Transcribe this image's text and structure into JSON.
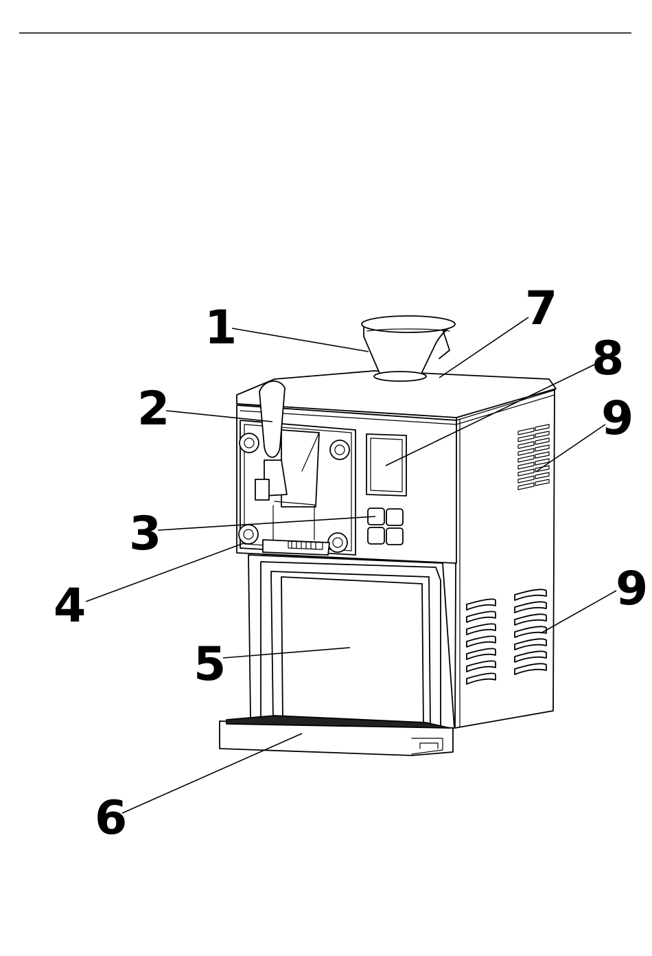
{
  "callouts": [
    {
      "id": "1",
      "label": "1"
    },
    {
      "id": "2",
      "label": "2"
    },
    {
      "id": "3",
      "label": "3"
    },
    {
      "id": "4",
      "label": "4"
    },
    {
      "id": "5",
      "label": "5"
    },
    {
      "id": "6",
      "label": "6"
    },
    {
      "id": "7",
      "label": "7"
    },
    {
      "id": "8",
      "label": "8"
    },
    {
      "id": "9a",
      "label": "9"
    },
    {
      "id": "9b",
      "label": "9"
    }
  ],
  "colors": {
    "line": "#000000",
    "background": "#ffffff"
  }
}
